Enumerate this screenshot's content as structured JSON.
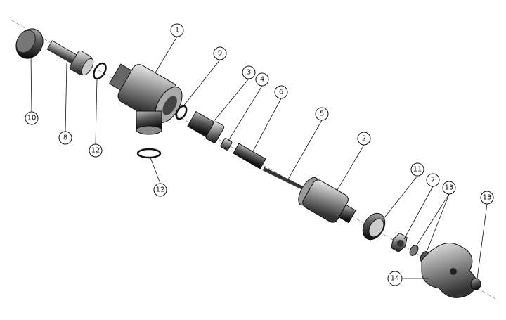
{
  "title": "Exploded view of valve assembly",
  "callouts": [
    {
      "id": "c1",
      "label": "1"
    },
    {
      "id": "c9",
      "label": "9"
    },
    {
      "id": "c3",
      "label": "3"
    },
    {
      "id": "c4",
      "label": "4"
    },
    {
      "id": "c6",
      "label": "6"
    },
    {
      "id": "c5",
      "label": "5"
    },
    {
      "id": "c2",
      "label": "2"
    },
    {
      "id": "c11",
      "label": "11"
    },
    {
      "id": "c7",
      "label": "7"
    },
    {
      "id": "c13a",
      "label": "13"
    },
    {
      "id": "c13b",
      "label": "13"
    },
    {
      "id": "c14",
      "label": "14"
    },
    {
      "id": "c10",
      "label": "10"
    },
    {
      "id": "c8",
      "label": "8"
    },
    {
      "id": "c12a",
      "label": "12"
    },
    {
      "id": "c12b",
      "label": "12"
    }
  ]
}
